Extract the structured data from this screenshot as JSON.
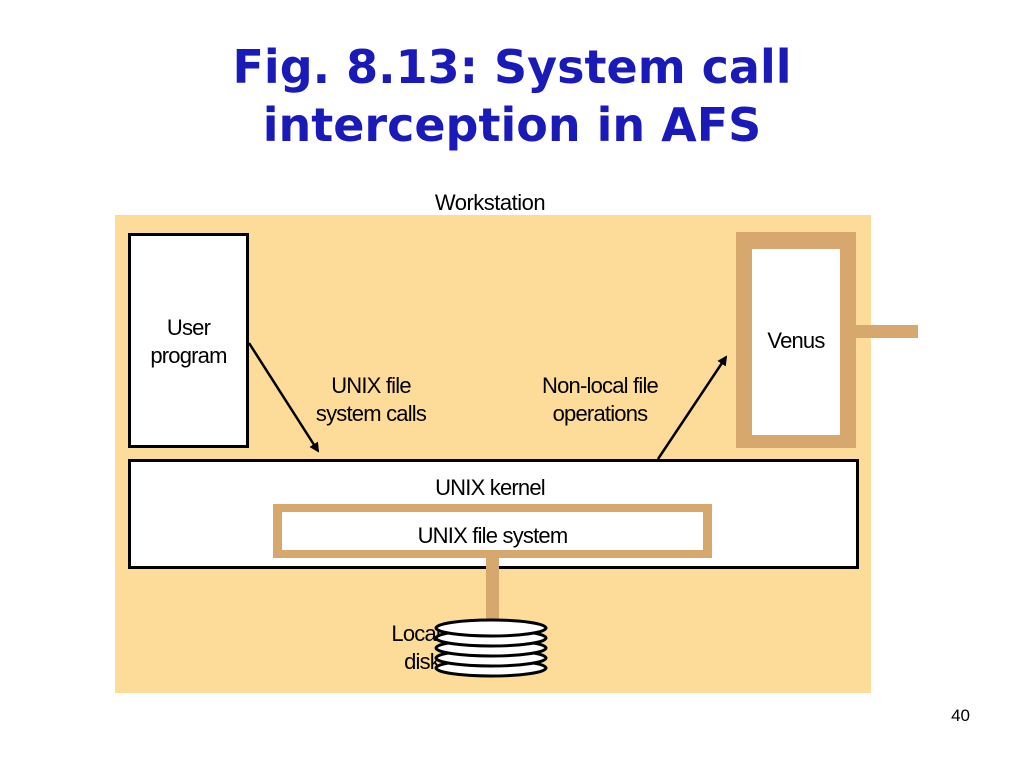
{
  "slide": {
    "title_line1": "Fig. 8.13: System call",
    "title_line2": "interception in AFS",
    "page_number": "40"
  },
  "diagram": {
    "workstation_label": "Workstation",
    "user_program": {
      "line1": "User",
      "line2": "program"
    },
    "venus_label": "Venus",
    "syscalls_label": {
      "line1": "UNIX file",
      "line2": "system calls"
    },
    "nonlocal_label": {
      "line1": "Non-local file",
      "line2": "operations"
    },
    "kernel_label": "UNIX kernel",
    "filesystem_label": "UNIX file system",
    "disk_label": {
      "line1": "Local",
      "line2": "disk"
    },
    "colors": {
      "title": "#1a1ab8",
      "workstation_fill": "#fddb99",
      "connector": "#d6a86e"
    }
  }
}
